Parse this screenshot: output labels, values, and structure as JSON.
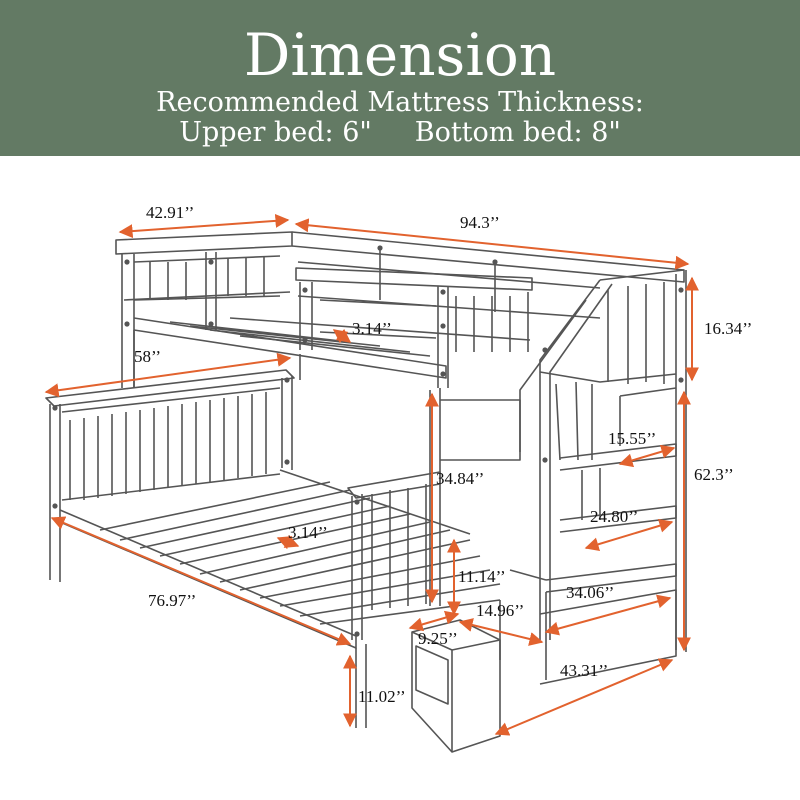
{
  "header": {
    "title": "Dimension",
    "subtitle": "Recommended Mattress Thickness:",
    "upper_bed": "Upper bed: 6\"",
    "bottom_bed": "Bottom bed: 8\""
  },
  "dimensions": {
    "upper_width": "42.91’’",
    "overall_length": "94.3’’",
    "rail_gap_upper": "3.14’’",
    "upper_guard_height": "16.34’’",
    "lower_width": "58’’",
    "upper_clearance": "34.84’’",
    "overall_height": "62.3’’",
    "step_depth_top": "15.55’’",
    "rail_gap_lower": "3.14’’",
    "step_depth_mid": "24.80’’",
    "step_riser": "11.14’’",
    "lower_length": "76.97’’",
    "step_width": "14.96’’",
    "stair_depth": "34.06’’",
    "stair_base_width": "9.25’’",
    "stair_length": "43.31’’",
    "leg_height": "11.02’’"
  },
  "colors": {
    "banner": "#637a64",
    "dimension_line": "#e2622e",
    "drawing": "#555555"
  }
}
